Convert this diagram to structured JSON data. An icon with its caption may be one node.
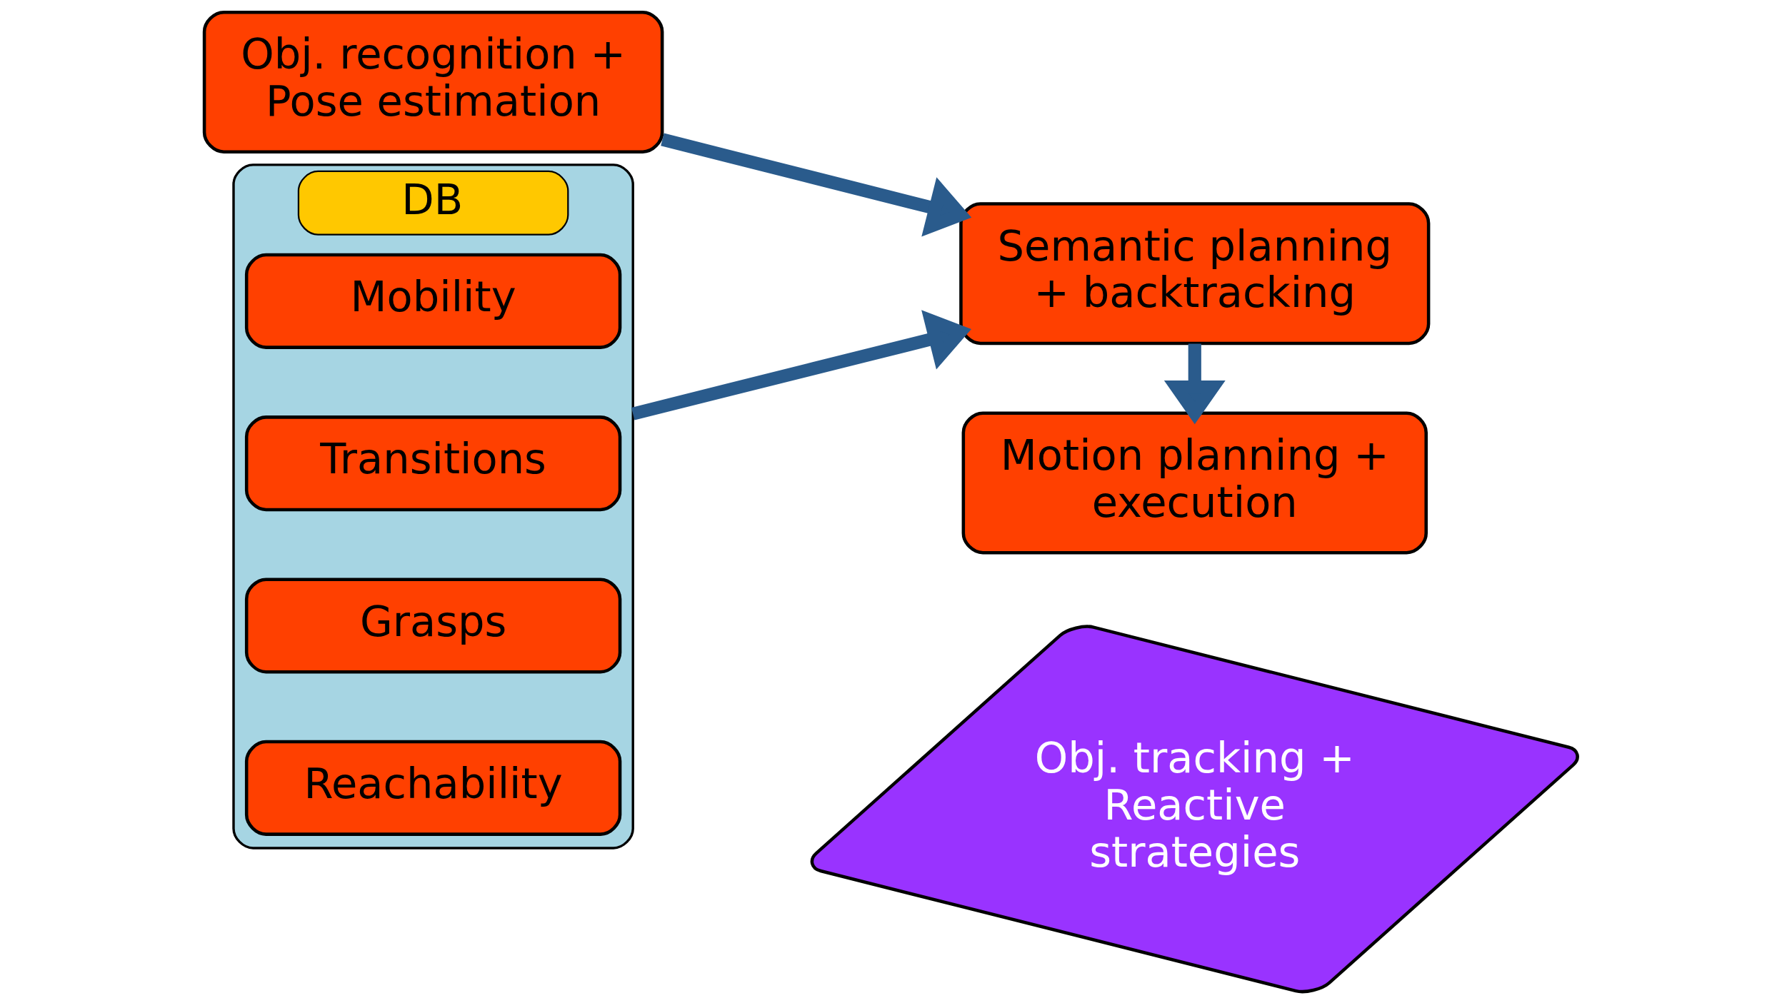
{
  "diagram": {
    "nodes": [
      {
        "text": [
          "Obj. recognition + Pose estimation"
        ]
      },
      {
        "text": [
          "DB"
        ]
      },
      {
        "text": [
          "Reachability"
        ],
        "in": 1
      },
      {
        "text": [
          "Grasps"
        ],
        "in": 1
      },
      {
        "text": [
          "Transitions"
        ],
        "in": 1
      },
      {
        "text": [
          "Mobility"
        ],
        "in": 1
      },
      {
        "text": [
          "Semantic planning + backtracking"
        ]
      },
      {
        "text": [
          "Motion planning + execution"
        ]
      },
      {
        "text": [
          "Obj. tracking + Reactive strategies"
        ]
      }
    ],
    "edges": [
      {
        "from": 0,
        "to": 6,
        "arrow": "to"
      },
      {
        "from": 1,
        "to": 6,
        "arrow": "to"
      },
      {
        "from": 6,
        "to": 7,
        "arrow": "to"
      }
    ]
  }
}
